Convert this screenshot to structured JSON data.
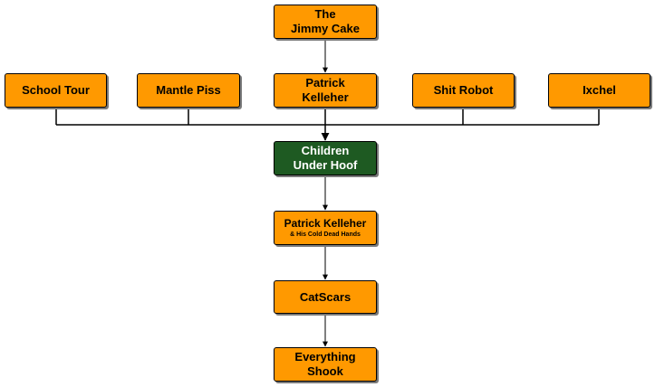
{
  "nodes": {
    "jimmy_cake": {
      "line1": "The",
      "line2": "Jimmy Cake"
    },
    "school_tour": {
      "line1": "School Tour"
    },
    "mantle_piss": {
      "line1": "Mantle Piss"
    },
    "patrick_1": {
      "line1": "Patrick",
      "line2": "Kelleher"
    },
    "shit_robot": {
      "line1": "Shit Robot"
    },
    "ixchel": {
      "line1": "Ixchel"
    },
    "children": {
      "line1": "Children",
      "line2": "Under Hoof"
    },
    "patrick_2": {
      "line1": "Patrick Kelleher",
      "subtitle": "& His Cold Dead Hands"
    },
    "catscars": {
      "line1": "CatScars"
    },
    "everything": {
      "line1": "Everything",
      "line2": "Shook"
    }
  },
  "colors": {
    "node_fill": "#ff9900",
    "highlight_fill": "#1e5a22",
    "highlight_text": "#ffffff",
    "connector": "#000000"
  }
}
